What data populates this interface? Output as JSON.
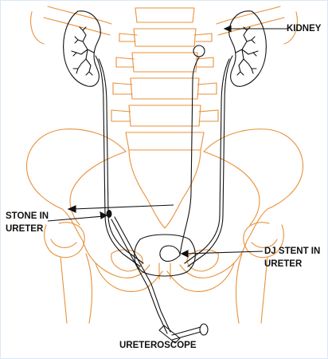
{
  "labels": {
    "kidney": "KIDNEY",
    "stone_line1": "STONE IN",
    "stone_line2": "URETER",
    "stent_line1": "DJ STENT IN",
    "stent_line2": "URETER",
    "ureteroscope": "URETEROSCOPE"
  },
  "colors": {
    "bone": "#e8903a",
    "ink": "#111111",
    "border": "#dbe8f4",
    "background": "#ffffff"
  }
}
